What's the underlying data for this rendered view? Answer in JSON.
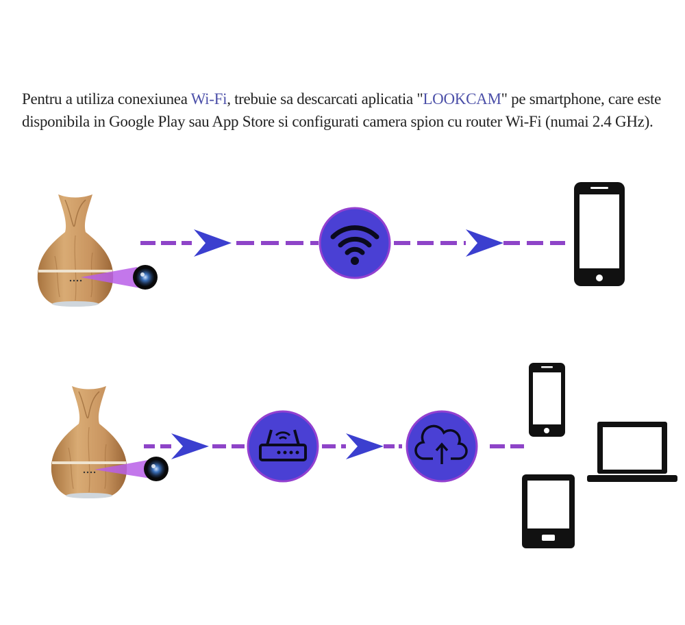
{
  "intro": {
    "part1": "Pentru a utiliza conexiunea ",
    "wifi": "Wi-Fi",
    "part2": ", trebuie sa descarcati aplicatia \"",
    "app": "LOOKCAM",
    "part3": "\" pe smartphone, care este disponibila in Google Play sau App Store si configurati camera spion cu router Wi-Fi (numai 2.4 GHz)."
  },
  "colors": {
    "circle_fill": "#4a40d4",
    "circle_border": "#9340d0",
    "dash": "#8e44c8",
    "arrow": "#3b3fcf",
    "wood": "#c9965f",
    "beam": "#b85fe8"
  },
  "diagram": {
    "row1": [
      "vase-camera",
      "wifi-icon",
      "smartphone-icon"
    ],
    "row2": [
      "vase-camera",
      "router-icon",
      "cloud-upload-icon",
      "smartphone-icon",
      "laptop-icon",
      "tablet-icon"
    ]
  }
}
